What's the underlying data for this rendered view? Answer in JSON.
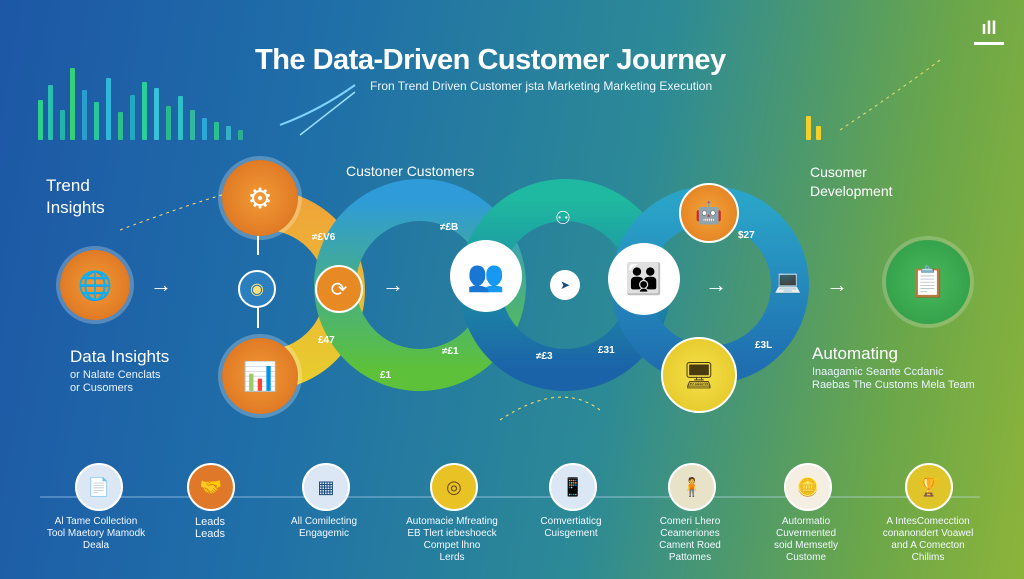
{
  "header": {
    "title": "The Data-Driven Customer Journey",
    "subtitle": "Fron  Trend Driven  Customer  jsta Marketing Marketing Execution"
  },
  "logo_text": "ıll",
  "left": {
    "trend_insights": "Trend\nInsights",
    "data_insights": "Data Insights",
    "data_insights_sub": "or Nalate Cenclats\nor Cusomers"
  },
  "center_label": "Custoner Customers",
  "right": {
    "development": "Cusomer\nDevelopment",
    "automating": "Automating",
    "automating_sub": "Inaagamic  Seante Ccdanic\nRaebas  The Customs Mela Team"
  },
  "ring_labels": [
    "≠£V6",
    "≠£B",
    "£47",
    "≠£1",
    "≠£3",
    "£31",
    "$27",
    "£3L",
    "£1"
  ],
  "bottom_items": [
    {
      "label": "Al Tame Collection\nTool Maetory Mamodk\nDeala",
      "icon": "document-icon"
    },
    {
      "label": "Leads\nLeads",
      "icon": "handshake-icon"
    },
    {
      "label": "All Comilecting\nEngagemic",
      "icon": "chart-icon"
    },
    {
      "label": "Automacie Mfreating\nEB Tlert  iebeshoeck\nCompet lhno\nLerds",
      "icon": "target-icon"
    },
    {
      "label": "Comvertiaticg\nCuisgement",
      "icon": "phone-icon"
    },
    {
      "label": "Comeri Lhero\nCeameriones\nCament Roed\nPattomes",
      "icon": "person-icon"
    },
    {
      "label": "Autormatio\nCuvermented\nsoid Memsetly\nCustome",
      "icon": "coin-icon"
    },
    {
      "label": "A IntesComecction\nconanondert Voawel\nand A Comecton\nChilims",
      "icon": "trophy-icon"
    }
  ],
  "colors": {
    "orange": "#e8872a",
    "dark_orange": "#d86d1e",
    "blue": "#2a86c8",
    "teal": "#1ba39a",
    "green": "#3aa956",
    "lime": "#b7cf32",
    "yellow": "#e7c524"
  }
}
